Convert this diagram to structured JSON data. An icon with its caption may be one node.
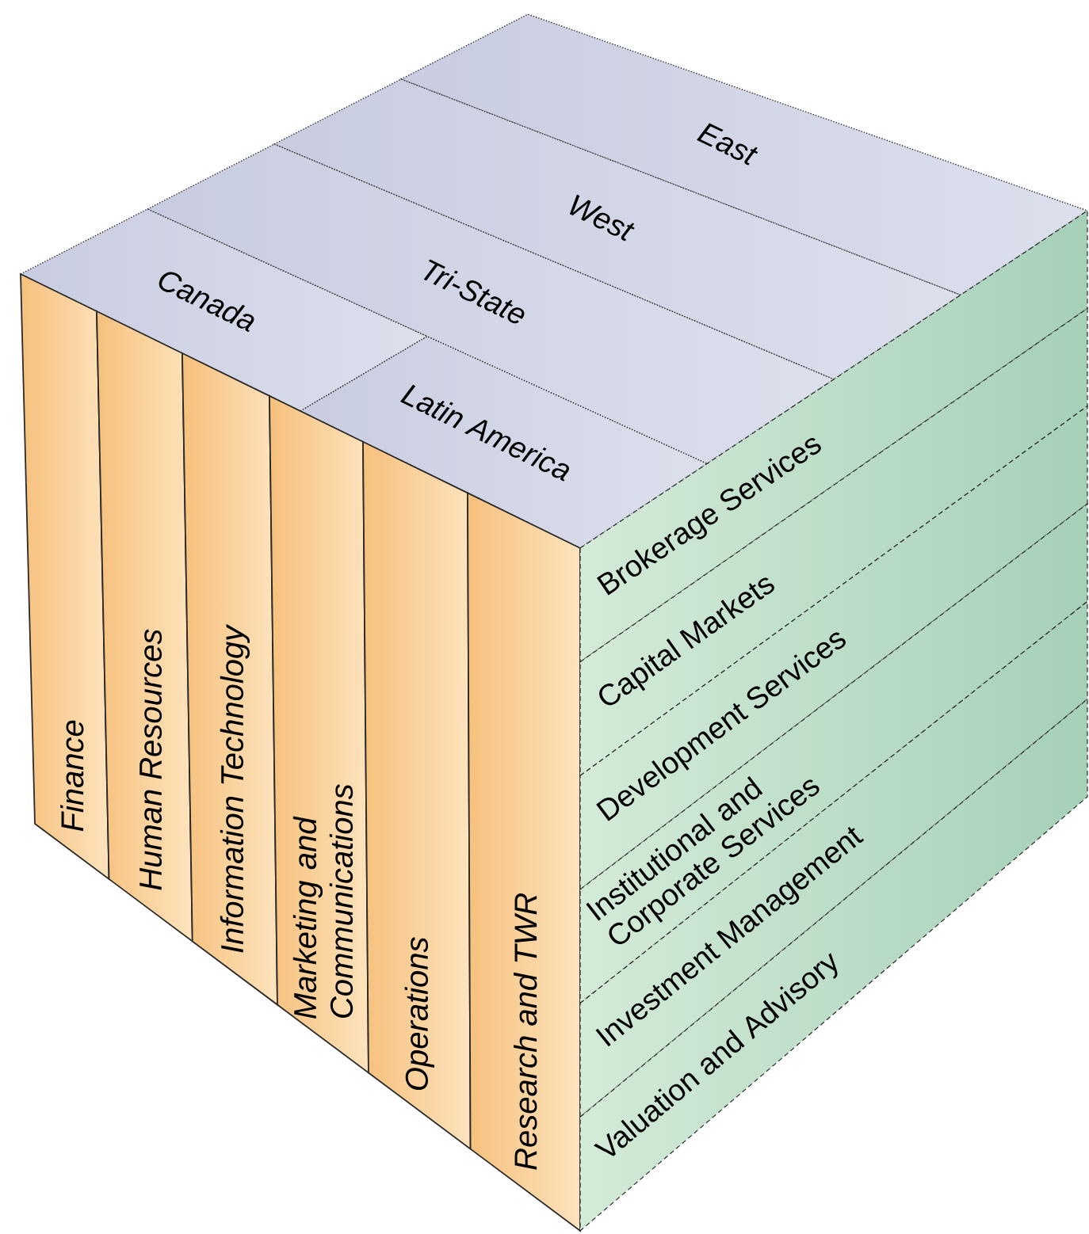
{
  "diagram": {
    "nodes": [
      {
        "text": [
          "East"
        ]
      },
      {
        "text": [
          "West"
        ]
      },
      {
        "text": [
          "Tri-State"
        ]
      },
      {
        "text": [
          "Canada"
        ]
      },
      {
        "text": [
          "Latin America"
        ]
      },
      {
        "text": [
          "Finance"
        ]
      },
      {
        "text": [
          "Human Resources"
        ]
      },
      {
        "text": [
          "Information Technology"
        ]
      },
      {
        "text": [
          "Marketing and Communications"
        ]
      },
      {
        "text": [
          "Operations"
        ]
      },
      {
        "text": [
          "Research and TWR"
        ]
      },
      {
        "text": [
          "Brokerage Services"
        ]
      },
      {
        "text": [
          "Capital Markets"
        ]
      },
      {
        "text": [
          "Development Services"
        ]
      },
      {
        "text": [
          "Institutional and Corporate Services"
        ]
      },
      {
        "text": [
          "Investment Management"
        ]
      },
      {
        "text": [
          "Valuation and Advisory"
        ]
      }
    ]
  }
}
